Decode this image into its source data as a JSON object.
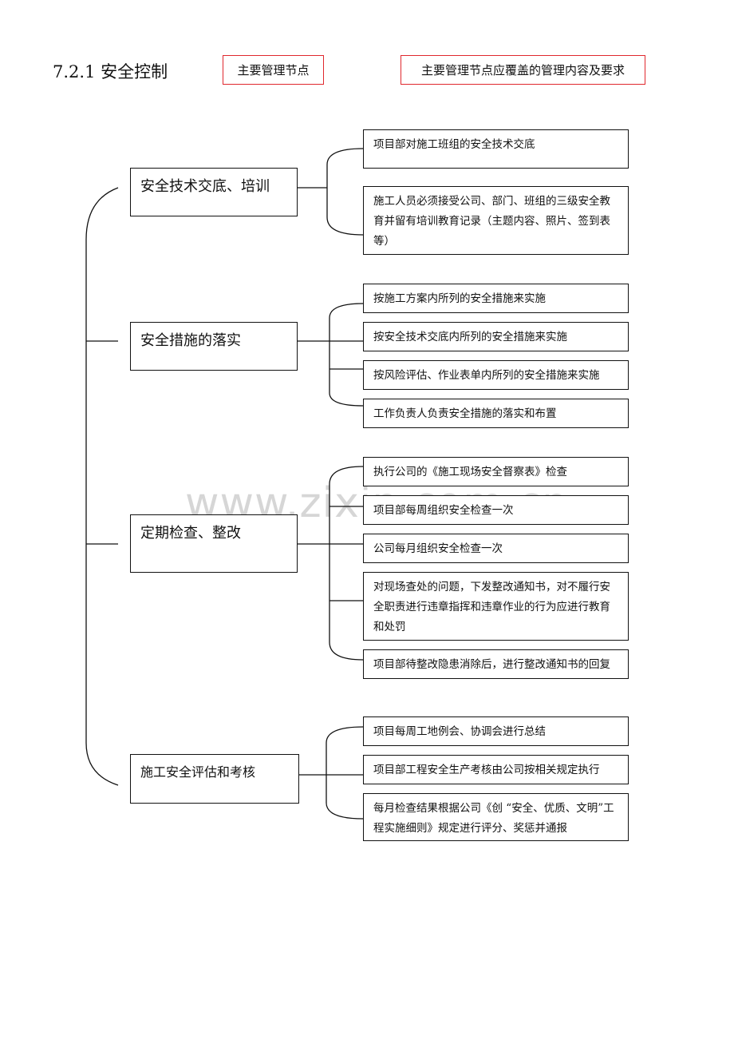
{
  "header": {
    "title": "7.2.1 安全控制",
    "legend_node": "主要管理节点",
    "legend_content": "主要管理节点应覆盖的管理内容及要求"
  },
  "watermark": "www.zixin.com.cn",
  "categories": [
    {
      "label": "安全技术交底、培训",
      "items": [
        "项目部对施工班组的安全技术交底",
        "施工人员必须接受公司、部门、班组的三级安全教育并留有培训教育记录（主题内容、照片、签到表等）"
      ]
    },
    {
      "label": "安全措施的落实",
      "items": [
        "按施工方案内所列的安全措施来实施",
        "按安全技术交底内所列的安全措施来实施",
        "按风险评估、作业表单内所列的安全措施来实施",
        "工作负责人负责安全措施的落实和布置"
      ]
    },
    {
      "label": "定期检查、整改",
      "items": [
        "执行公司的《施工现场安全督察表》检查",
        "项目部每周组织安全检查一次",
        "公司每月组织安全检查一次",
        "对现场查处的问题，下发整改通知书，对不履行安全职责进行违章指挥和违章作业的行为应进行教育和处罚",
        "项目部待整改隐患消除后，进行整改通知书的回复"
      ]
    },
    {
      "label": "施工安全评估和考核",
      "items": [
        "项目每周工地例会、协调会进行总结",
        "项目部工程安全生产考核由公司按相关规定执行",
        "每月检查结果根据公司《创 “安全、优质、文明”工程实施细则》规定进行评分、奖惩并通报"
      ]
    }
  ]
}
